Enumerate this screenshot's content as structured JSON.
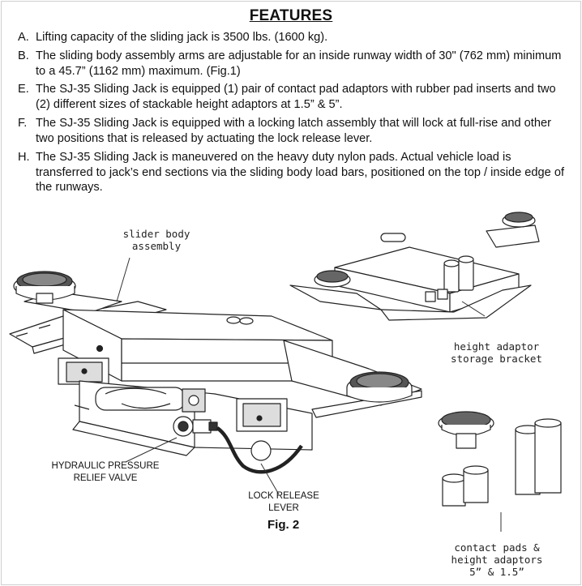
{
  "heading": "FEATURES",
  "features": [
    {
      "key": "A.",
      "text": "Lifting capacity of the sliding jack is 3500 lbs. (1600 kg)."
    },
    {
      "key": "B.",
      "text": "The sliding body assembly arms are adjustable for an inside runway width of 30\" (762 mm) minimum to a 45.7” (1162 mm) maximum. (Fig.1)"
    },
    {
      "key": "E.",
      "text": "The SJ-35 Sliding Jack is equipped (1) pair of contact pad adaptors with rubber pad inserts and two (2) different sizes of stackable height adaptors at 1.5” & 5”."
    },
    {
      "key": "F.",
      "text": "The SJ-35 Sliding Jack is equipped with a locking latch assembly that will lock at full-rise and other two positions that is released by actuating the lock release lever."
    },
    {
      "key": "H.",
      "text": "The SJ-35 Sliding Jack is maneuvered on the heavy duty nylon pads.   Actual vehicle load is transferred to jack’s end sections via the sliding body load bars, positioned on the top / inside edge of the runways."
    }
  ],
  "figure": {
    "callouts": {
      "slider_body_line1": "slider body",
      "slider_body_line2": "assembly",
      "height_adaptor_line1": "height adaptor",
      "height_adaptor_line2": "storage bracket",
      "hydraulic_line1": "HYDRAULIC PRESSURE",
      "hydraulic_line2": "RELIEF VALVE",
      "lock_line1": "LOCK RELEASE",
      "lock_line2": "LEVER",
      "pads_line1": "contact pads &",
      "pads_line2": "height adaptors",
      "pads_line3": "5” & 1.5”"
    },
    "caption": "Fig. 2"
  }
}
